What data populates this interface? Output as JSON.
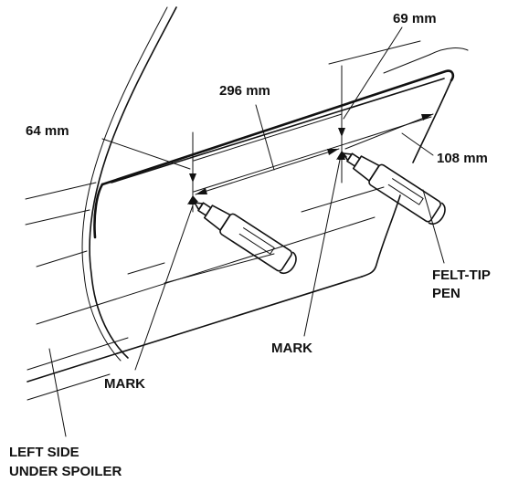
{
  "labels": {
    "dim_64": "64 mm",
    "dim_296": "296 mm",
    "dim_69": "69 mm",
    "dim_108": "108 mm",
    "mark_left": "MARK",
    "mark_right": "MARK",
    "pen_line1": "FELT-TIP",
    "pen_line2": "PEN",
    "part_line1": "LEFT SIDE",
    "part_line2": "UNDER SPOILER"
  },
  "colors": {
    "ink": "#111111",
    "paper": "#ffffff"
  },
  "icons": [
    "felt-tip-pen-icon",
    "felt-tip-pen-icon"
  ]
}
